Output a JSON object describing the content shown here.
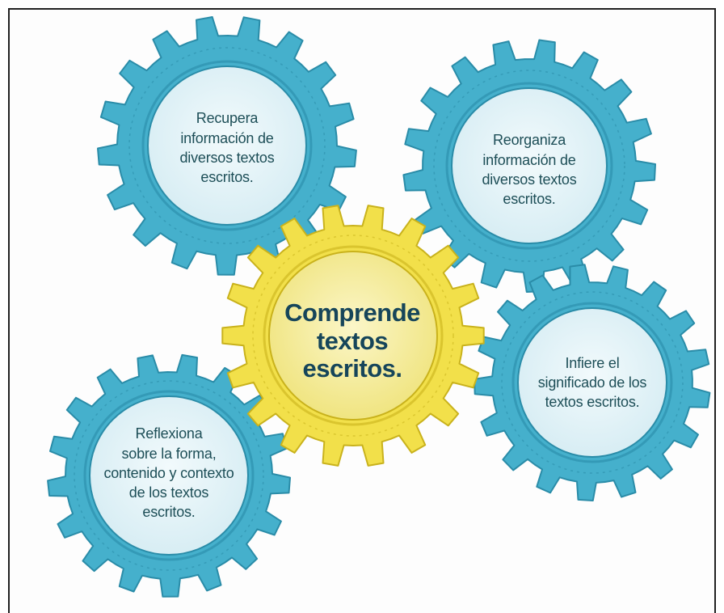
{
  "diagram": {
    "center_gear": {
      "label": "Comprende\ntextos\nescritos.",
      "color": "#f2e04a"
    },
    "outer_gears": [
      {
        "id": "top-left",
        "label": "Recupera\ninformación de\ndiversos textos\nescritos."
      },
      {
        "id": "top-right",
        "label": "Reorganiza\ninformación de\ndiversos textos\nescritos."
      },
      {
        "id": "right",
        "label": "Infiere el\nsignificado de los\ntextos escritos."
      },
      {
        "id": "bottom-left",
        "label": "Reflexiona\nsobre la forma,\ncontenido y contexto\nde los textos\nescritos."
      }
    ],
    "outer_gear_color": "#45b0cc",
    "inner_disc_color": "#e4f3f8"
  }
}
